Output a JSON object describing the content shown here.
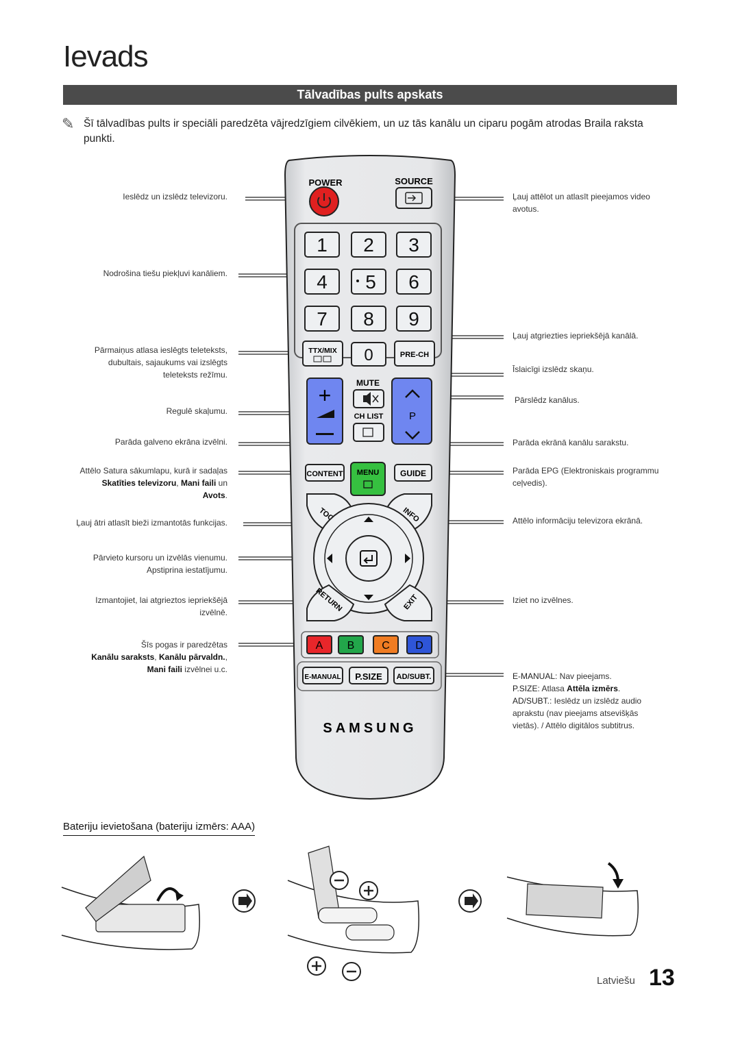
{
  "header": {
    "title": "Ievads",
    "section": "Tālvadības pults apskats"
  },
  "note": {
    "icon": "pencil-note-icon",
    "text": "Šī tālvadības pults ir speciāli paredzēta vājredzīgiem cilvēkiem, un uz tās kanālu un ciparu pogām atrodas Braila raksta punkti."
  },
  "left_labels": {
    "power": "Ieslēdz un izslēdz televizoru.",
    "numbers": "Nodrošina tiešu piekļuvi kanāliem.",
    "ttx_line1": "Pārmaiņus atlasa ieslēgts teleteksts,",
    "ttx_line2": "dubultais, sajaukums vai izslēgts",
    "ttx_line3": "teleteksts režīmu.",
    "volume": "Regulē skaļumu.",
    "menu": "Parāda galveno ekrāna izvēlni.",
    "content_line1": "Attēlo Satura sākumlapu, kurā ir sadaļas",
    "content_b1": "Skatīties televizoru",
    "content_sep": ", ",
    "content_b2": "Mani faili",
    "content_un": " un",
    "content_b3": "Avots",
    "content_end": ".",
    "tools": "Ļauj ātri atlasīt bieži izmantotās funkcijas.",
    "nav_line1": "Pārvieto kursoru un izvēlās vienumu.",
    "nav_line2": "Apstiprina iestatījumu.",
    "return_line1": "Izmantojiet, lai atgrieztos iepriekšējā",
    "return_line2": "izvēlnē.",
    "color_line1": "Šīs pogas ir paredzētas",
    "color_b1": "Kanālu saraksts",
    "color_sep1": ", ",
    "color_b2": "Kanālu pārvaldn.",
    "color_sep2": ",",
    "color_b3": "Mani faili",
    "color_end": " izvēlnei u.c."
  },
  "right_labels": {
    "source_line1": "Ļauj attēlot un atlasīt pieejamos video",
    "source_line2": "avotus.",
    "prech": "Ļauj atgriezties iepriekšējā kanālā.",
    "mute": "Īslaicīgi izslēdz skaņu.",
    "channel": "Pārslēdz kanālus.",
    "chlist": "Parāda ekrānā kanālu sarakstu.",
    "guide_line1": "Parāda EPG (Elektroniskais programmu",
    "guide_line2": "ceļvedis).",
    "info": "Attēlo informāciju televizora ekrānā.",
    "exit": "Iziet no izvēlnes.",
    "emanual_key": "E-MANUAL",
    "emanual_text": ": Nav pieejams.",
    "psize_key": "P.SIZE",
    "psize_text": ": Atlasa ",
    "psize_b": "Attēla izmērs",
    "psize_end": ".",
    "adsubt_key": "AD/SUBT.",
    "adsubt_text": ": Ieslēdz un izslēdz audio",
    "adsubt_line2": "aprakstu (nav pieejams atsevišķās",
    "adsubt_line3": "vietās). / Attēlo digitālos subtitrus."
  },
  "remote": {
    "power": "POWER",
    "source": "SOURCE",
    "digits": [
      "1",
      "2",
      "3",
      "4",
      "5",
      "6",
      "7",
      "8",
      "9",
      "0"
    ],
    "ttx": "TTX/MIX",
    "prech": "PRE-CH",
    "mute": "MUTE",
    "chlist": "CH LIST",
    "p": "P",
    "content": "CONTENT",
    "menu": "MENU",
    "guide": "GUIDE",
    "tools": "TOOLS",
    "info": "INFO",
    "return": "RETURN",
    "exit": "EXIT",
    "color_a": "A",
    "color_b": "B",
    "color_c": "C",
    "color_d": "D",
    "emanual": "E-MANUAL",
    "psize": "P.SIZE",
    "adsubt": "AD/SUBT.",
    "brand": "SAMSUNG",
    "colors": {
      "a": "#e8262a",
      "b": "#22a64a",
      "c": "#f07c22",
      "d": "#2e55d8",
      "vol": "#6f86f0",
      "power": "#e02020",
      "menu": "#36c040"
    }
  },
  "battery": {
    "heading": "Bateriju ievietošana (bateriju izmērs: AAA)"
  },
  "footer": {
    "language": "Latviešu",
    "page": "13"
  }
}
